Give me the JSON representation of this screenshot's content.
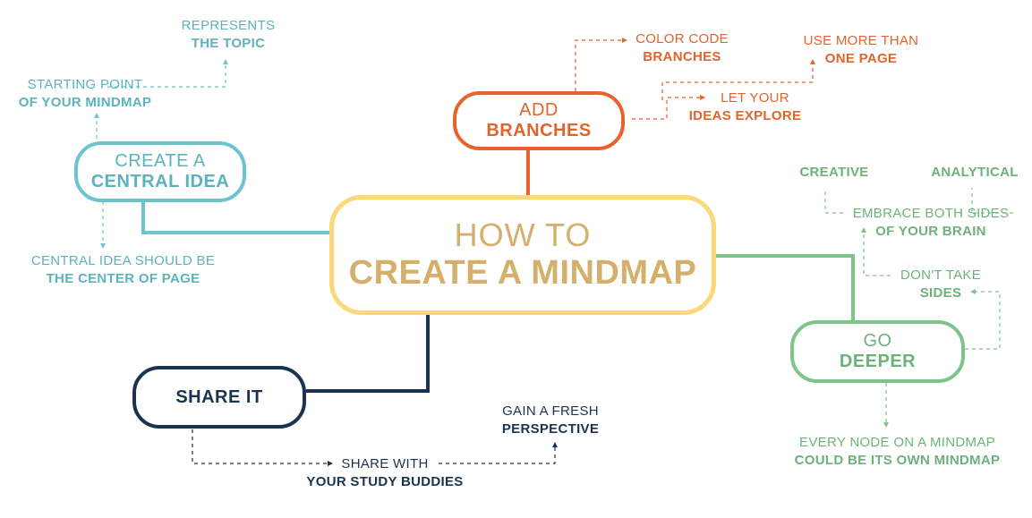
{
  "colors": {
    "center": "#fbd97a",
    "center_text": "#d4b06c",
    "teal": "#6ec4cc",
    "teal_text": "#5bb3bd",
    "orange": "#e8622e",
    "orange_text": "#e0642c",
    "green": "#7ec48a",
    "green_text": "#6db27a",
    "navy": "#1a3450"
  },
  "center": {
    "line1": "HOW TO",
    "line2": "CREATE A MINDMAP"
  },
  "central_idea": {
    "node": {
      "line1": "CREATE A",
      "line2": "CENTRAL IDEA"
    },
    "represents": {
      "line1": "REPRESENTS",
      "line2": "THE TOPIC"
    },
    "starting_point": {
      "line1": "STARTING POINT",
      "line2": "OF YOUR MINDMAP"
    },
    "center_of_page": {
      "line1": "CENTRAL IDEA SHOULD BE",
      "line2": "THE CENTER OF PAGE"
    }
  },
  "add_branches": {
    "node": {
      "line1": "ADD",
      "line2": "BRANCHES"
    },
    "color_code": {
      "line1": "COLOR CODE",
      "line2": "BRANCHES"
    },
    "more_pages": {
      "line1": "USE MORE THAN",
      "line2": "ONE PAGE"
    },
    "explore": {
      "line1": "LET YOUR",
      "line2": "IDEAS EXPLORE"
    }
  },
  "go_deeper": {
    "node": {
      "line1": "GO",
      "line2": "DEEPER"
    },
    "creative": "CREATIVE",
    "analytical": "ANALYTICAL",
    "both_sides": {
      "line1": "EMBRACE BOTH SIDES",
      "line2": "OF YOUR BRAIN"
    },
    "dont_take": {
      "line1": "DON'T TAKE",
      "line2": "SIDES"
    },
    "every_node": {
      "line1": "EVERY NODE ON A MINDMAP",
      "line2": "COULD BE ITS OWN MINDMAP"
    }
  },
  "share_it": {
    "node": {
      "line1": "SHARE IT"
    },
    "fresh": {
      "line1": "GAIN A FRESH",
      "line2": "PERSPECTIVE"
    },
    "buddies": {
      "line1": "SHARE WITH",
      "line2": "YOUR STUDY BUDDIES"
    }
  }
}
